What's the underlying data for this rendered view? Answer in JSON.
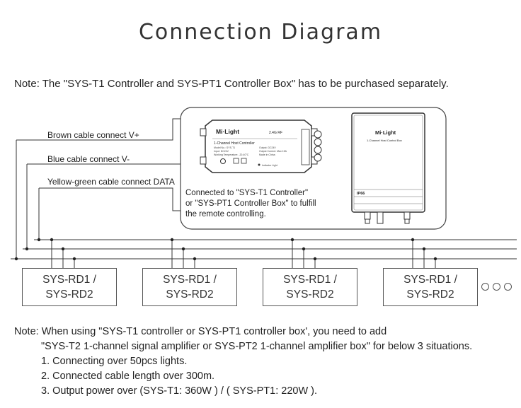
{
  "title": "Connection Diagram",
  "note_top": {
    "label": "Note",
    "text": ": The \"SYS-T1 Controller and SYS-PT1 Controller Box\" has to be purchased separately."
  },
  "cables": {
    "brown": "Brown cable connect V+",
    "blue": "Blue cable connect V-",
    "yellow_green": "Yellow-green cable connect DATA"
  },
  "controller_note": {
    "line1": "Connected to \"SYS-T1 Controller\"",
    "line2": "or \"SYS-PT1 Controller Box\" to fulfill",
    "line3": "the remote controlling."
  },
  "controller_t1": {
    "brand": "Mi·Light",
    "name": "1-Channel Host Controller",
    "badge": "2.4G RF",
    "spec1": "Model No.: SYS-T1",
    "spec2": "Input: DC24V",
    "spec3": "Working Temperature: -20-40°C",
    "spec4": "Output: DC24V",
    "spec5": "Output Current: Max 15A",
    "spec6": "Made in China",
    "indicator": "Indicator Light"
  },
  "controller_pt1": {
    "brand": "Mi·Light",
    "name": "1-Channel Host Control Box",
    "ip": "IP66"
  },
  "rd_boxes": [
    {
      "line1": "SYS-RD1 /",
      "line2": "SYS-RD2"
    },
    {
      "line1": "SYS-RD1 /",
      "line2": "SYS-RD2"
    },
    {
      "line1": "SYS-RD1 /",
      "line2": "SYS-RD2"
    },
    {
      "line1": "SYS-RD1 /",
      "line2": "SYS-RD2"
    }
  ],
  "note_bottom": {
    "label": "Note",
    "line1": ": When using \"SYS-T1 controller or SYS-PT1 controller box', you need to add",
    "line2": "\"SYS-T2 1-channel signal amplifier or SYS-PT2 1-channel amplifier box\" for below 3 situations.",
    "line3": "1. Connecting over 50pcs lights.",
    "line4": "2. Connected cable length over 300m.",
    "line5": "3. Output power over (SYS-T1: 360W ) / ( SYS-PT1: 220W )."
  }
}
